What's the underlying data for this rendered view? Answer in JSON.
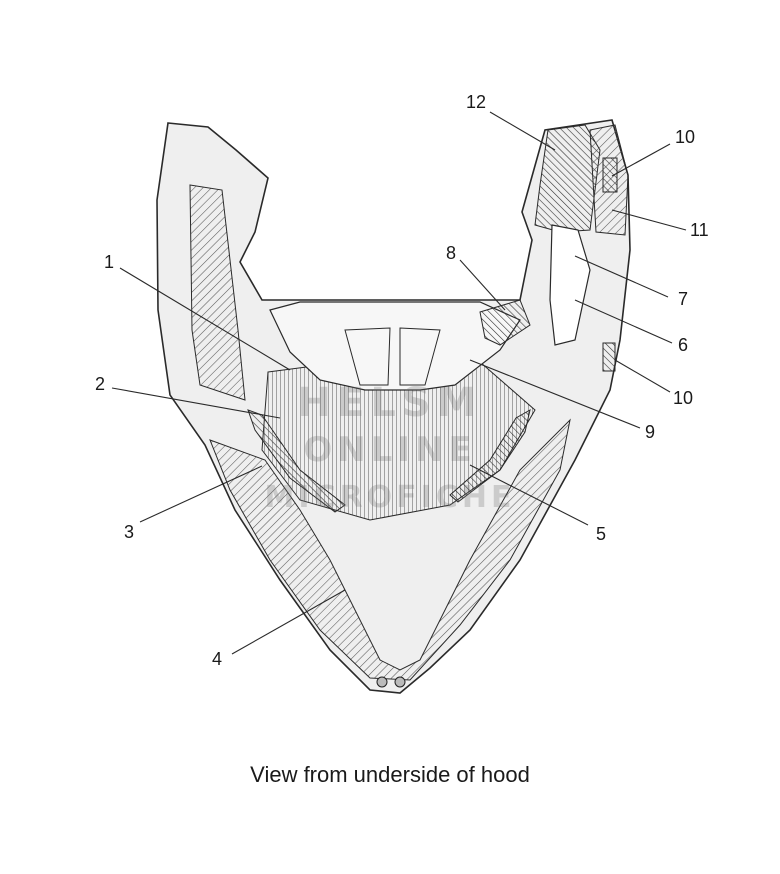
{
  "caption": "View from underside of hood",
  "callouts": [
    "1",
    "2",
    "3",
    "4",
    "5",
    "6",
    "7",
    "8",
    "9",
    "10",
    "10",
    "11",
    "12"
  ],
  "watermark": [
    "HELSM",
    "ONLINE",
    "MICROFICHE"
  ],
  "colors": {
    "line": "#2a2a2a",
    "fill": "#efefef",
    "hatch": "#5a5a5a"
  }
}
